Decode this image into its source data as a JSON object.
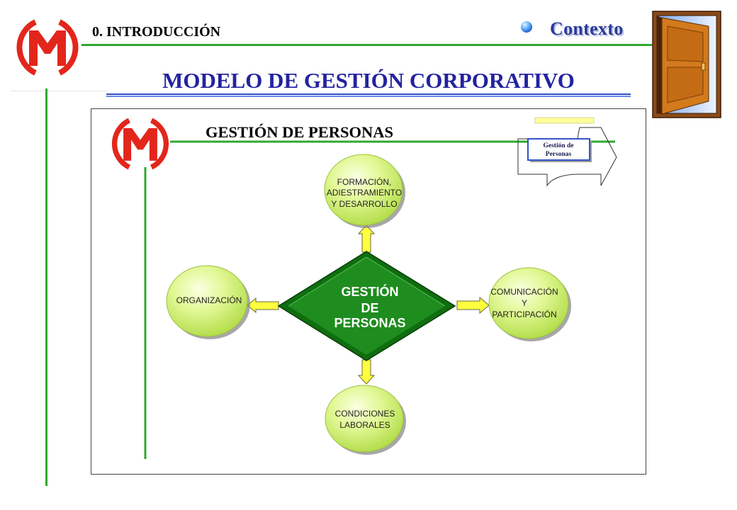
{
  "header": {
    "section_label": "0. INTRODUCCIÓN",
    "context_label": "Contexto",
    "title": "MODELO DE GESTIÓN CORPORATIVO"
  },
  "panel": {
    "heading": "GESTIÓN DE PERSONAS",
    "inset_box": [
      "Gestión de",
      "Personas"
    ],
    "center": [
      "GESTIÓN",
      "DE",
      "PERSONAS"
    ],
    "nodes": {
      "top": [
        "FORMACIÓN,",
        "ADIESTRAMIENTO",
        "Y DESARROLLO"
      ],
      "left": [
        "ORGANIZACIÓN"
      ],
      "right": [
        "COMUNICACIÓN",
        "Y",
        "PARTICIPACIÓN"
      ],
      "bottom": [
        "CONDICIONES",
        "LABORALES"
      ]
    }
  },
  "icons": {
    "logo": "m-logo-icon",
    "context_bullet": "sphere-bullet-icon",
    "exit": "door-icon"
  },
  "colors": {
    "accent_green": "#2fa82f",
    "title_blue": "#2323a0",
    "diamond_green": "#1e8c1e",
    "arrow_yellow": "#ffff40",
    "logo_red": "#e3261c",
    "context_blue": "#2b3a9a"
  }
}
